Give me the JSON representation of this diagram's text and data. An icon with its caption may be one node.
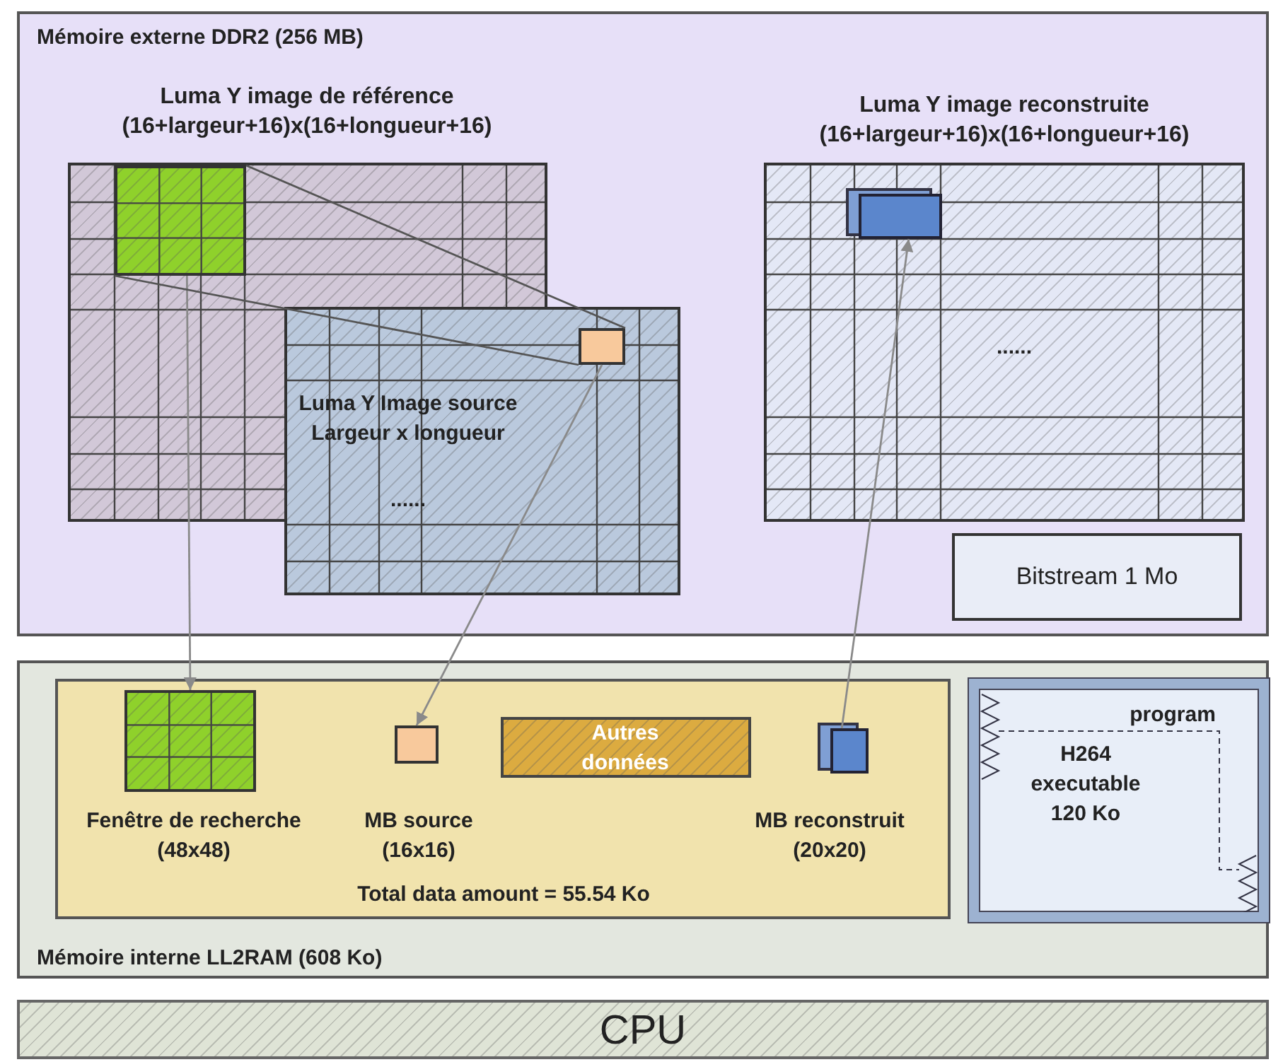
{
  "diagram": {
    "nodes": [
      {
        "text": [
          "Mémoire externe DDR2 (256 MB)"
        ]
      },
      {
        "text": [
          "Luma Y image de référence (16+largeur+16)x(16+longueur+16)"
        ],
        "in": 0
      },
      {
        "text": [],
        "shape": "box",
        "in": 1
      },
      {
        "text": [
          "Luma Y Image source Largeur x longueur",
          "......"
        ],
        "in": 0
      },
      {
        "text": [],
        "shape": "box",
        "in": 3
      },
      {
        "text": [
          "Luma Y image reconstruite (16+largeur+16)x(16+longueur+16)",
          "......"
        ],
        "in": 0
      },
      {
        "text": [],
        "shape": "box",
        "in": 5
      },
      {
        "text": [
          "Bitstream 1 Mo"
        ],
        "in": 0
      },
      {
        "text": [
          "Mémoire interne LL2RAM (608 Ko)"
        ]
      },
      {
        "text": [
          "Total data amount = 55.54 Ko"
        ],
        "in": 8
      },
      {
        "text": [],
        "shape": "box",
        "in": 9,
        "beside": [
          "Fenêtre de recherche (48x48)"
        ]
      },
      {
        "text": [],
        "shape": "box",
        "in": 9,
        "beside": [
          "MB source (16x16)"
        ]
      },
      {
        "text": [
          "Autres données"
        ],
        "in": 9
      },
      {
        "text": [],
        "shape": "box",
        "in": 9,
        "beside": [
          "MB reconstruit (20x20)"
        ]
      },
      {
        "text": [
          "program",
          "H264 executable 120 Ko"
        ],
        "in": 8
      },
      {
        "text": [
          "CPU"
        ]
      }
    ],
    "edges": [
      {
        "from": 2,
        "to": 10,
        "arrow": "to"
      },
      {
        "from": 4,
        "to": 11,
        "arrow": "to"
      },
      {
        "from": 13,
        "to": 6,
        "arrow": "to"
      },
      {
        "from": 2,
        "to": 4,
        "arrow": "none"
      },
      {
        "from": 2,
        "to": 4,
        "arrow": "none"
      }
    ]
  }
}
